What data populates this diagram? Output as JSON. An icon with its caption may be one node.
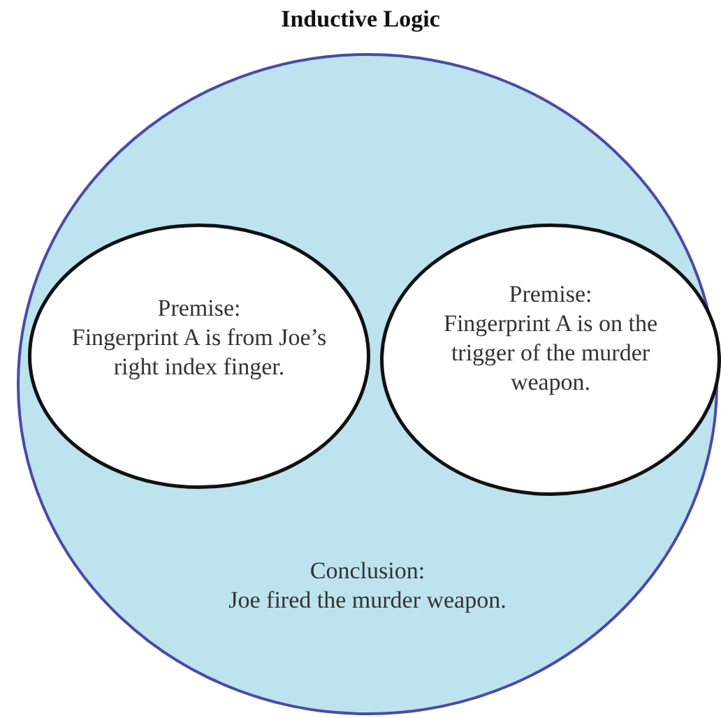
{
  "diagram": {
    "title": "Inductive Logic",
    "nodes": [
      {
        "text": [
          "Conclusion:",
          "Joe fired the murder weapon."
        ]
      },
      {
        "text": [
          "Premise:",
          "Fingerprint A is from Joe’s right index finger."
        ],
        "in": 0
      },
      {
        "text": [
          "Premise:",
          "Fingerprint A is on the trigger of the murder weapon."
        ],
        "in": 0
      }
    ]
  }
}
